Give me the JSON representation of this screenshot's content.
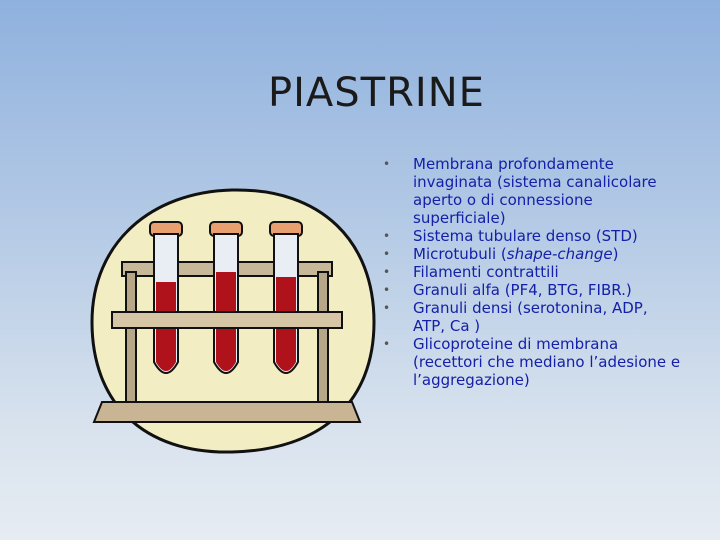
{
  "slide": {
    "title": "PIASTRINE",
    "bullet_symbol": "•",
    "bullets": [
      {
        "text": "Membrana profondamente invaginata (sistema canalicolare aperto o di connessione superficiale)"
      },
      {
        "text": "Sistema tubulare denso (STD)"
      },
      {
        "before": "Microtubuli (",
        "italic": "shape-change",
        "after": ")"
      },
      {
        "text": "Filamenti contrattili"
      },
      {
        "text": "Granuli alfa (PF4, BTG, FIBR.)"
      },
      {
        "text": "Granuli densi (serotonina, ADP, ATP, Ca )"
      },
      {
        "text": "Glicoproteine di membrana (recettori che mediano l’adesione e l’aggregazione)"
      }
    ]
  },
  "clipart": {
    "icon": "test-tube-rack-icon",
    "tube_count": 3,
    "liquid_color": "#b0121b",
    "stopper_color": "#e8a070"
  },
  "colors": {
    "text": "#1520a8",
    "title": "#1a1a1a"
  }
}
